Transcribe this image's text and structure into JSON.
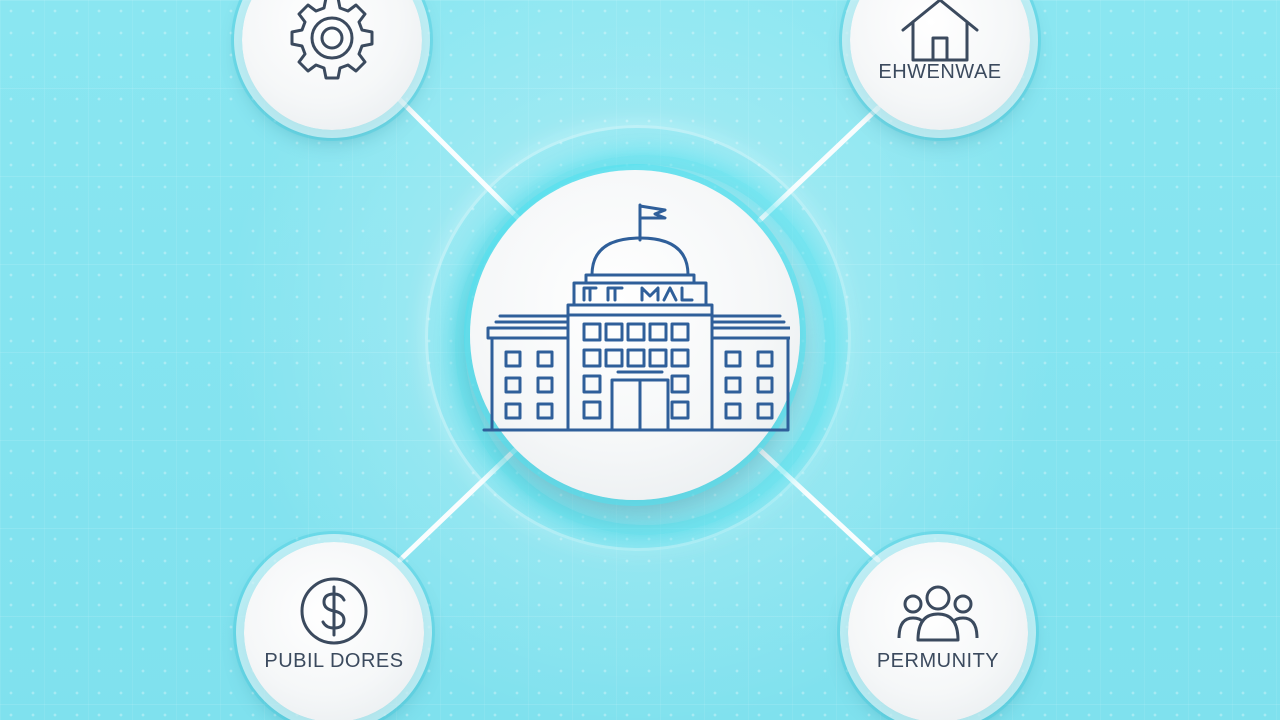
{
  "diagram": {
    "center": {
      "icon": "government-building-icon"
    },
    "nodes": [
      {
        "id": "top-left",
        "icon": "gear-icon",
        "label": ""
      },
      {
        "id": "top-right",
        "icon": "house-icon",
        "label": "EHWENWAE"
      },
      {
        "id": "bottom-left",
        "icon": "dollar-coin-icon",
        "label": "PUBIL DORES"
      },
      {
        "id": "bottom-right",
        "icon": "community-people-icon",
        "label": "PERMUNITY"
      }
    ]
  },
  "colors": {
    "background": "#86e5ef",
    "icon_stroke": "#2f5f9a",
    "label_text": "#3b4a5e",
    "node_fill": "#f5f7f8"
  }
}
